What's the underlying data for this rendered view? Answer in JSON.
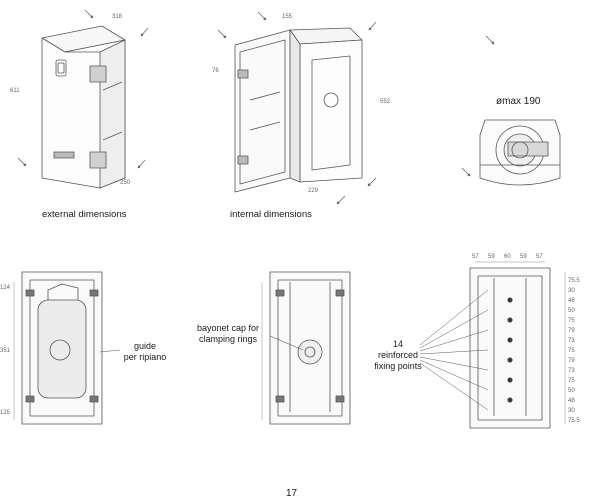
{
  "captions": {
    "external": "external dimensions",
    "internal": "internal dimensions",
    "omax": "ømax 190"
  },
  "dims_external": {
    "width": "318",
    "height": "611",
    "depth": "250"
  },
  "dims_internal": {
    "width": "155",
    "height": "552",
    "depth": "229",
    "angle": "76"
  },
  "dims_front": {
    "top": "124",
    "middle": "351",
    "bottom": "125"
  },
  "dims_right_top": [
    "57",
    "59",
    "60",
    "59",
    "57"
  ],
  "dims_right_side": [
    "75.5",
    "30",
    "48",
    "50",
    "75",
    "79",
    "73",
    "75",
    "79",
    "73",
    "75",
    "50",
    "48",
    "30",
    "75.5"
  ],
  "labels": {
    "guide_1": "guide",
    "guide_2": "per ripiano",
    "bayonet_1": "bayonet cap for",
    "bayonet_2": "clamping rings",
    "fix_1": "14",
    "fix_2": "reinforced",
    "fix_3": "fixing points"
  },
  "page_number": "17",
  "icons": [
    "callout-arrow-icon"
  ]
}
